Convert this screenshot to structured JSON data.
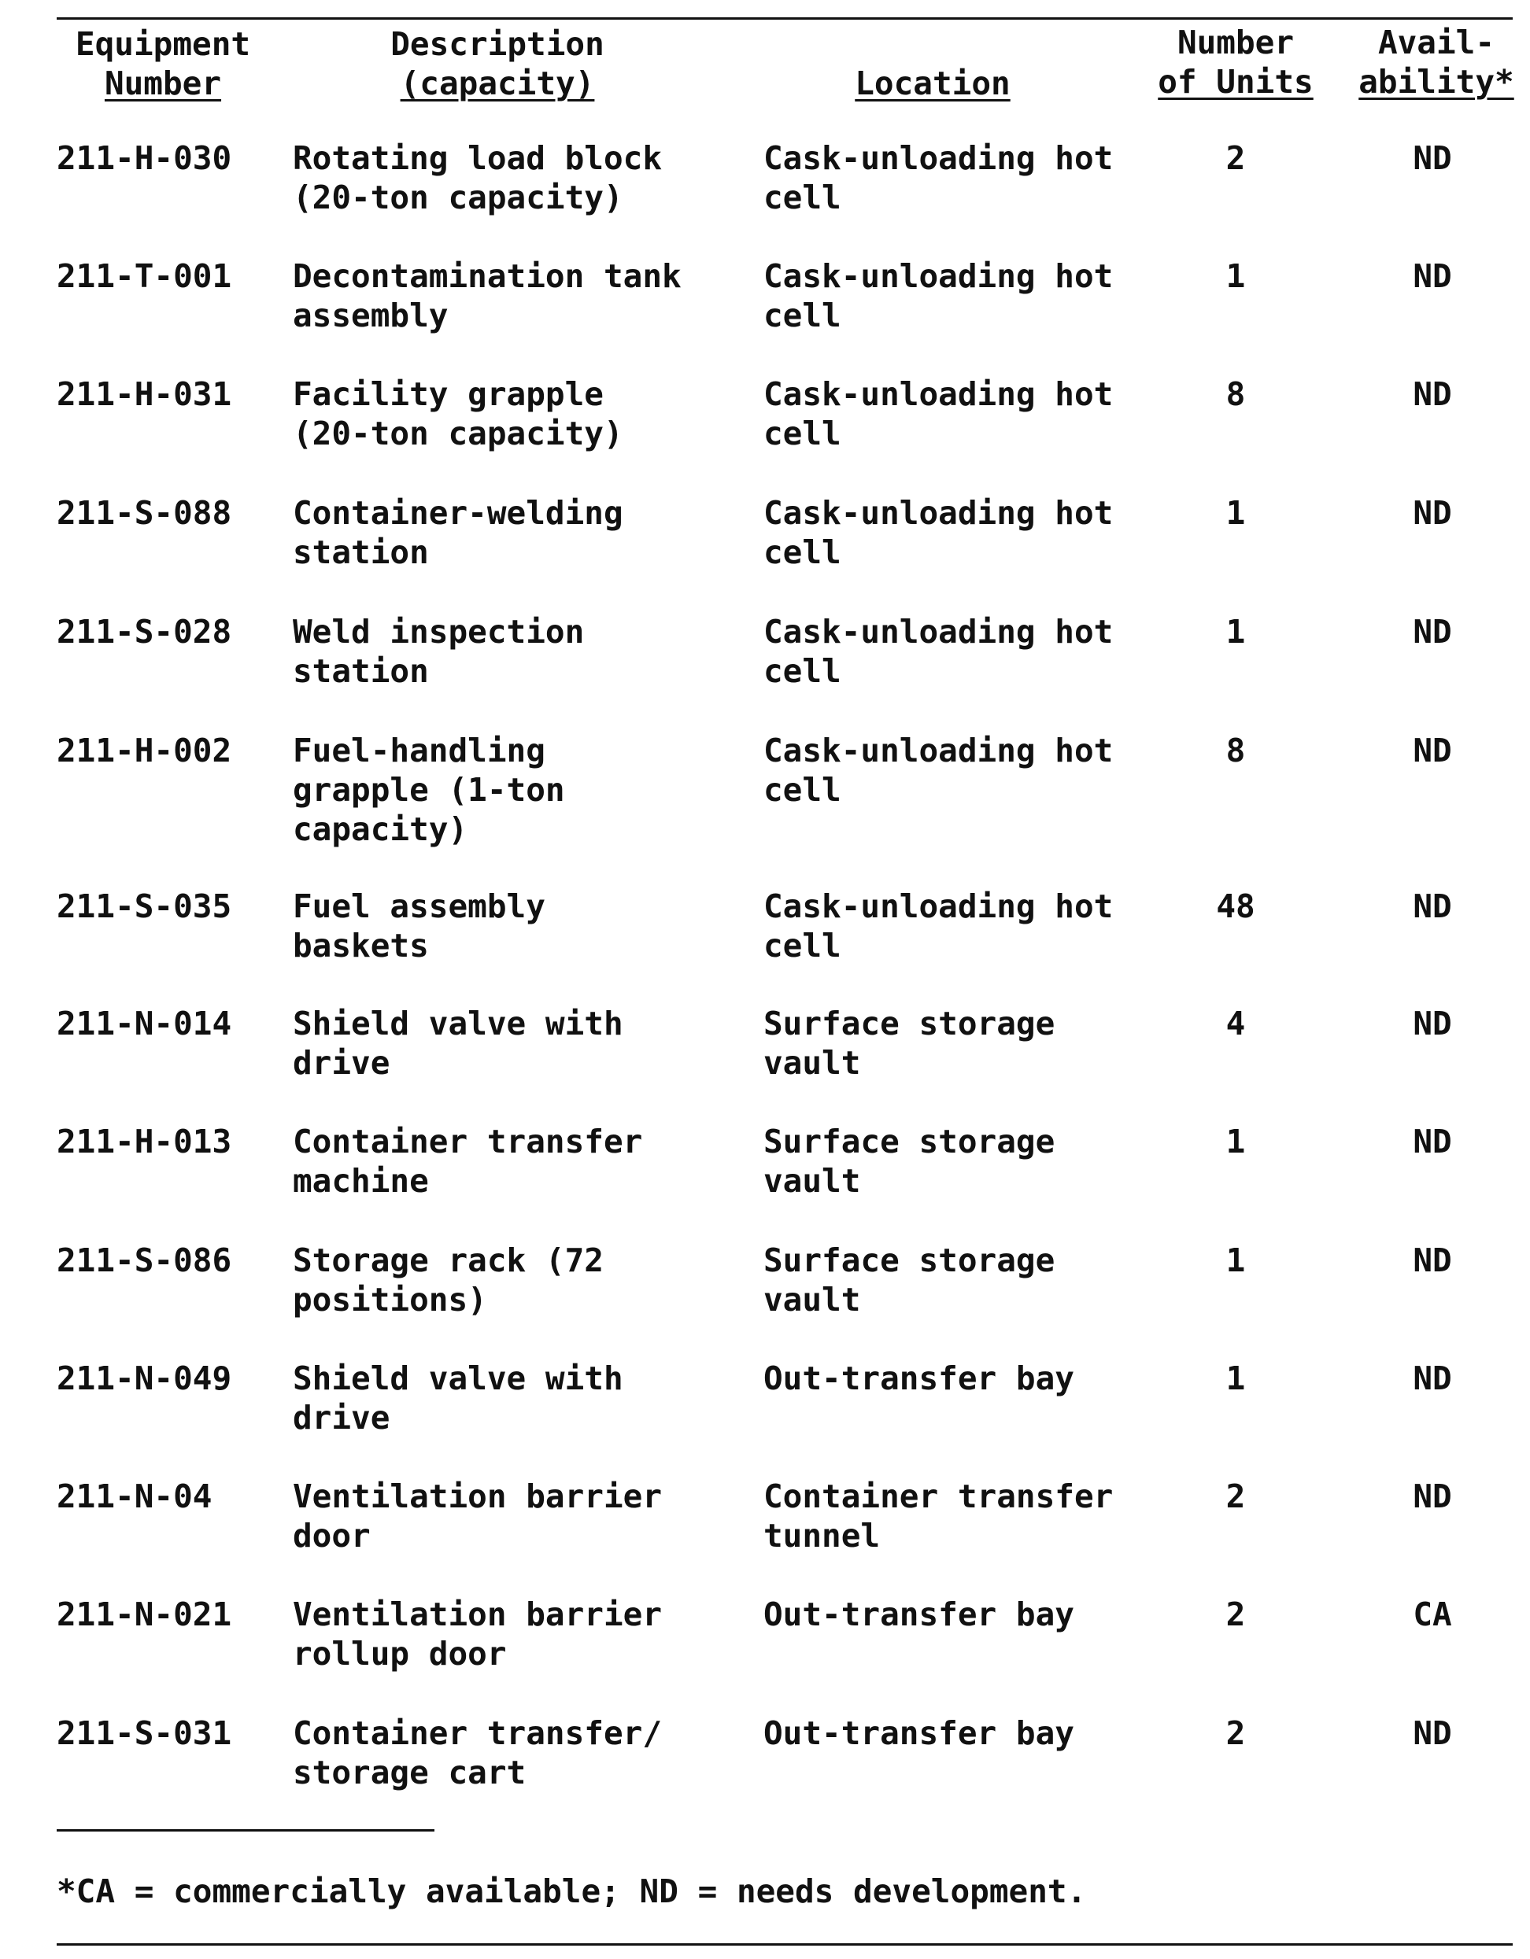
{
  "table": {
    "headers": {
      "equipment_number": [
        "Equipment",
        "Number"
      ],
      "description": [
        "Description",
        "(capacity)"
      ],
      "location": [
        "",
        "Location"
      ],
      "number_of_units": [
        "Number",
        "of Units"
      ],
      "availability": [
        "Avail-",
        "ability*"
      ]
    },
    "rows": [
      {
        "eq": "211-H-030",
        "desc": [
          "Rotating load block",
          "(20-ton capacity)"
        ],
        "loc": [
          "Cask-unloading hot",
          "cell"
        ],
        "num": "2",
        "av": "ND"
      },
      {
        "eq": "211-T-001",
        "desc": [
          "Decontamination tank",
          "assembly"
        ],
        "loc": [
          "Cask-unloading hot",
          "cell"
        ],
        "num": "1",
        "av": "ND"
      },
      {
        "eq": "211-H-031",
        "desc": [
          "Facility grapple",
          "(20-ton capacity)"
        ],
        "loc": [
          "Cask-unloading hot",
          "cell"
        ],
        "num": "8",
        "av": "ND"
      },
      {
        "eq": "211-S-088",
        "desc": [
          "Container-welding",
          "station"
        ],
        "loc": [
          "Cask-unloading hot",
          "cell"
        ],
        "num": "1",
        "av": "ND"
      },
      {
        "eq": "211-S-028",
        "desc": [
          "Weld inspection",
          "station"
        ],
        "loc": [
          "Cask-unloading hot",
          "cell"
        ],
        "num": "1",
        "av": "ND"
      },
      {
        "eq": "211-H-002",
        "desc": [
          "Fuel-handling",
          "grapple (1-ton",
          "capacity)"
        ],
        "loc": [
          "Cask-unloading hot",
          "cell"
        ],
        "num": "8",
        "av": "ND"
      },
      {
        "eq": "211-S-035",
        "desc": [
          "Fuel assembly",
          "baskets"
        ],
        "loc": [
          "Cask-unloading hot",
          "cell"
        ],
        "num": "48",
        "av": "ND"
      },
      {
        "eq": "211-N-014",
        "desc": [
          "Shield valve with",
          "drive"
        ],
        "loc": [
          "Surface storage",
          "vault"
        ],
        "num": "4",
        "av": "ND"
      },
      {
        "eq": "211-H-013",
        "desc": [
          "Container transfer",
          "machine"
        ],
        "loc": [
          "Surface storage",
          "vault"
        ],
        "num": "1",
        "av": "ND"
      },
      {
        "eq": "211-S-086",
        "desc": [
          "Storage rack (72",
          "positions)"
        ],
        "loc": [
          "Surface storage",
          "vault"
        ],
        "num": "1",
        "av": "ND"
      },
      {
        "eq": "211-N-049",
        "desc": [
          "Shield valve with",
          "drive"
        ],
        "loc": [
          "Out-transfer bay"
        ],
        "num": "1",
        "av": "ND"
      },
      {
        "eq": "211-N-04",
        "desc": [
          "Ventilation barrier",
          "door"
        ],
        "loc": [
          "Container transfer",
          "tunnel"
        ],
        "num": "2",
        "av": "ND"
      },
      {
        "eq": "211-N-021",
        "desc": [
          "Ventilation barrier",
          "rollup door"
        ],
        "loc": [
          "Out-transfer bay"
        ],
        "num": "2",
        "av": "CA"
      },
      {
        "eq": "211-S-031",
        "desc": [
          "Container transfer/",
          "storage cart"
        ],
        "loc": [
          "Out-transfer bay"
        ],
        "num": "2",
        "av": "ND"
      }
    ]
  },
  "footnote": "*CA = commercially available; ND = needs development."
}
